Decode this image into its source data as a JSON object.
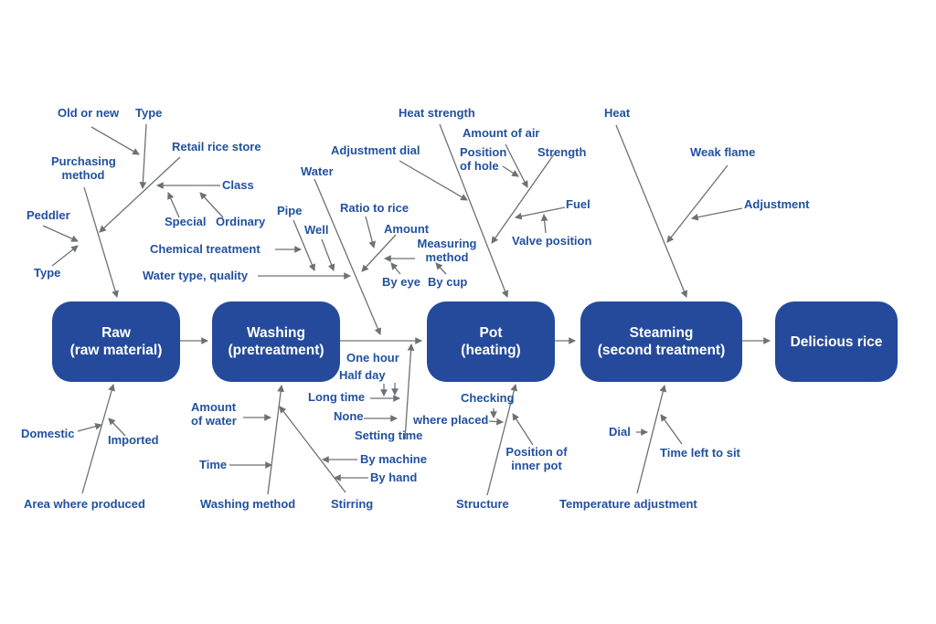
{
  "colors": {
    "node_fill": "#254a9c",
    "node_text": "#ffffff",
    "label_text": "#2151a0",
    "arrow": "#6d7173",
    "background": "#ffffff"
  },
  "flow": [
    {
      "title": "Raw",
      "subtitle": "(raw material)"
    },
    {
      "title": "Washing",
      "subtitle": "(pretreatment)"
    },
    {
      "title": "Pot",
      "subtitle": "(heating)"
    },
    {
      "title": "Steaming",
      "subtitle": "(second treatment)"
    },
    {
      "title": "Delicious rice",
      "subtitle": ""
    }
  ],
  "causes": {
    "raw_top": {
      "old_or_new": "Old or new",
      "type": "Type",
      "purchasing_method": "Purchasing method",
      "retail_rice_store": "Retail rice store",
      "class": "Class",
      "special": "Special",
      "ordinary": "Ordinary",
      "peddler": "Peddler",
      "type2": "Type"
    },
    "raw_bottom": {
      "domestic": "Domestic",
      "imported": "Imported",
      "area_where_produced": "Area where produced"
    },
    "water_top": {
      "water": "Water",
      "pipe": "Pipe",
      "well": "Well",
      "chemical_treatment": "Chemical treatment",
      "water_type_quality": "Water type, quality",
      "ratio_to_rice": "Ratio to rice",
      "amount": "Amount",
      "adjustment_dial": "Adjustment dial",
      "measuring_method": "Measuring method",
      "by_eye": "By eye",
      "by_cup": "By cup"
    },
    "pot_top": {
      "heat_strength": "Heat strength",
      "amount_of_air": "Amount of air",
      "position_of_hole": "Position of hole",
      "strength": "Strength",
      "fuel": "Fuel",
      "valve_position": "Valve position"
    },
    "steaming_top": {
      "heat": "Heat",
      "weak_flame": "Weak flame",
      "adjustment": "Adjustment"
    },
    "washing_bottom": {
      "amount_of_water": "Amount of water",
      "time": "Time",
      "washing_method": "Washing method",
      "stirring": "Stirring",
      "by_machine": "By machine",
      "by_hand": "By hand"
    },
    "washing_right": {
      "one_hour": "One hour",
      "half_day": "Half day",
      "long_time": "Long time",
      "none": "None",
      "setting_time": "Setting time"
    },
    "pot_bottom": {
      "checking": "Checking",
      "where_placed": "where placed",
      "position_of_inner_pot": "Position of inner pot",
      "structure": "Structure"
    },
    "steaming_bottom": {
      "dial": "Dial",
      "time_left_to_sit": "Time left to sit",
      "temperature_adjustment": "Temperature adjustment"
    }
  }
}
